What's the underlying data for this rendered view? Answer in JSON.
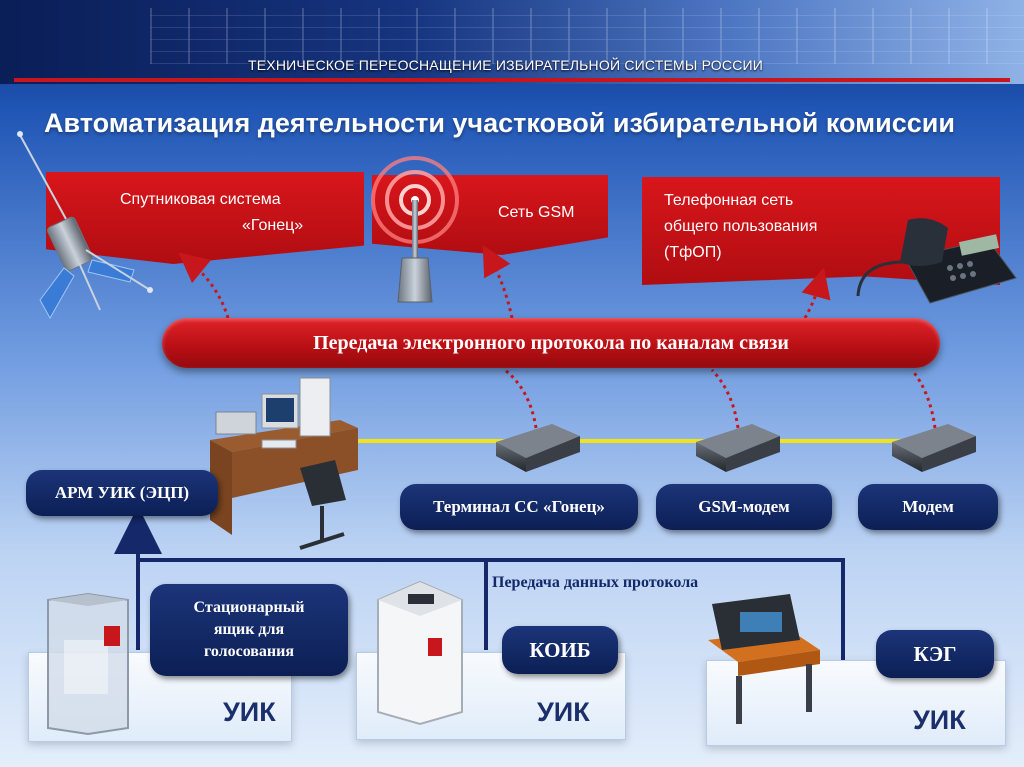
{
  "banner": {
    "title": "ТЕХНИЧЕСКОЕ ПЕРЕОСНАЩЕНИЕ ИЗБИРАТЕЛЬНОЙ СИСТЕМЫ РОССИИ"
  },
  "page_title": "Автоматизация деятельности участковой избирательной комиссии",
  "channels": [
    {
      "line1": "Спутниковая система",
      "line2": "«Гонец»"
    },
    {
      "line1": "Сеть GSM"
    },
    {
      "line1": "Телефонная сеть",
      "line2": "общего пользования",
      "line3": "(ТфОП)"
    }
  ],
  "main_pill": "Передача электронного протокола по каналам связи",
  "arm_label": "АРМ УИК (ЭЦП)",
  "devices": [
    "Терминал СС «Гонец»",
    "GSM-модем",
    "Модем"
  ],
  "data_transfer_label": "Передача данных протокола",
  "stations": [
    {
      "box_line1": "Стационарный",
      "box_line2": "ящик для",
      "box_line3": "голосования",
      "uik": "УИК"
    },
    {
      "box_line1": "КОИБ",
      "uik": "УИК"
    },
    {
      "box_line1": "КЭГ",
      "uik": "УИК"
    }
  ],
  "colors": {
    "red": "#c8171c",
    "navy": "#0f2560",
    "link_yellow": "#f2e21b",
    "flow_navy": "#14286a"
  },
  "icons": [
    "satellite-icon",
    "gsm-tower-icon",
    "telephone-icon",
    "workstation-icon",
    "modem-icon",
    "ballot-box-icon",
    "koib-icon",
    "keg-icon"
  ]
}
